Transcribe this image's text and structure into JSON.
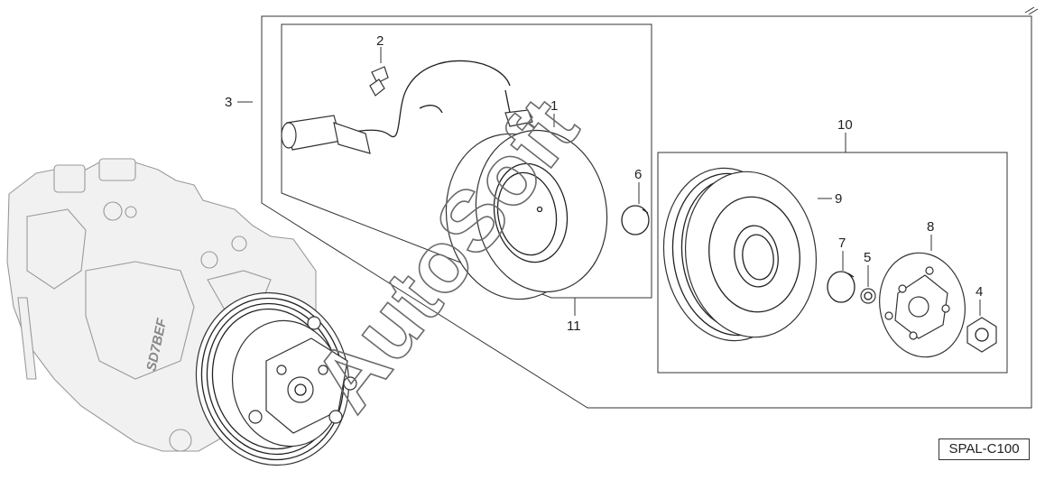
{
  "watermark": "AutoSoft",
  "reference_code": "SPAL-C100",
  "compressor_marking": "SD7BEF",
  "callouts": [
    {
      "id": "1",
      "label": "1"
    },
    {
      "id": "2",
      "label": "2"
    },
    {
      "id": "3",
      "label": "3"
    },
    {
      "id": "4",
      "label": "4"
    },
    {
      "id": "5",
      "label": "5"
    },
    {
      "id": "6",
      "label": "6"
    },
    {
      "id": "7",
      "label": "7"
    },
    {
      "id": "8",
      "label": "8"
    },
    {
      "id": "9",
      "label": "9"
    },
    {
      "id": "10",
      "label": "10"
    },
    {
      "id": "11",
      "label": "11"
    }
  ]
}
